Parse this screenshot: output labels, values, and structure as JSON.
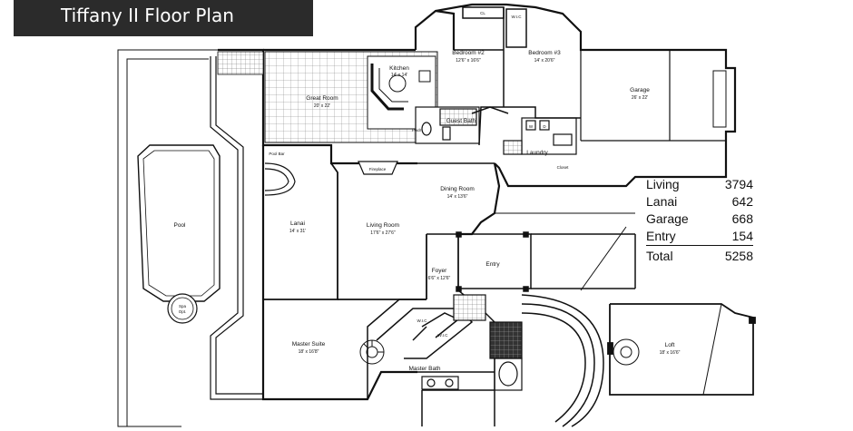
{
  "title": "Tiffany II Floor Plan",
  "rooms": [
    {
      "key": "bedroom2",
      "label": "Bedroom #2",
      "dim": "12'6\" x 16'6\""
    },
    {
      "key": "bedroom3",
      "label": "Bedroom #3",
      "dim": "14' x 20'6\""
    },
    {
      "key": "kitchen",
      "label": "Kitchen",
      "dim": "14' x 14'"
    },
    {
      "key": "great_room",
      "label": "Great Room",
      "dim": "20' x 22'"
    },
    {
      "key": "garage",
      "label": "Garage",
      "dim": "26' x 22'"
    },
    {
      "key": "guest_bath",
      "label": "Guest Bath",
      "dim": ""
    },
    {
      "key": "laundry",
      "label": "Laundry",
      "dim": ""
    },
    {
      "key": "pool",
      "label": "Pool",
      "dim": ""
    },
    {
      "key": "lanai",
      "label": "Lanai",
      "dim": "14' x 31'"
    },
    {
      "key": "living_room",
      "label": "Living Room",
      "dim": "17'6\" x 27'6\""
    },
    {
      "key": "dining_room",
      "label": "Dining Room",
      "dim": "14' x 13'6\""
    },
    {
      "key": "foyer",
      "label": "Foyer",
      "dim": "6'6\" x 12'6\""
    },
    {
      "key": "entry",
      "label": "Entry",
      "dim": ""
    },
    {
      "key": "master_suite",
      "label": "Master Suite",
      "dim": "18' x 16'8\""
    },
    {
      "key": "master_bath",
      "label": "Master Bath",
      "dim": ""
    },
    {
      "key": "loft",
      "label": "Loft",
      "dim": "18' x 16'6\""
    }
  ],
  "small_labels": {
    "wic1": "W.I.C",
    "cl": "CL",
    "pwdr": "Pwdr",
    "pool_bar": "Pool Bar",
    "fireplace": "Fireplace",
    "spa_1": "Spa",
    "spa_2": "Opt.",
    "wic2": "W.I.C",
    "wic3": "W.I.C",
    "w": "W",
    "d": "D",
    "closet": "Closet"
  },
  "areas": [
    {
      "label": "Living",
      "value": "3794"
    },
    {
      "label": "Lanai",
      "value": "642"
    },
    {
      "label": "Garage",
      "value": "668"
    },
    {
      "label": "Entry",
      "value": "154"
    }
  ],
  "total": {
    "label": "Total",
    "value": "5258"
  }
}
